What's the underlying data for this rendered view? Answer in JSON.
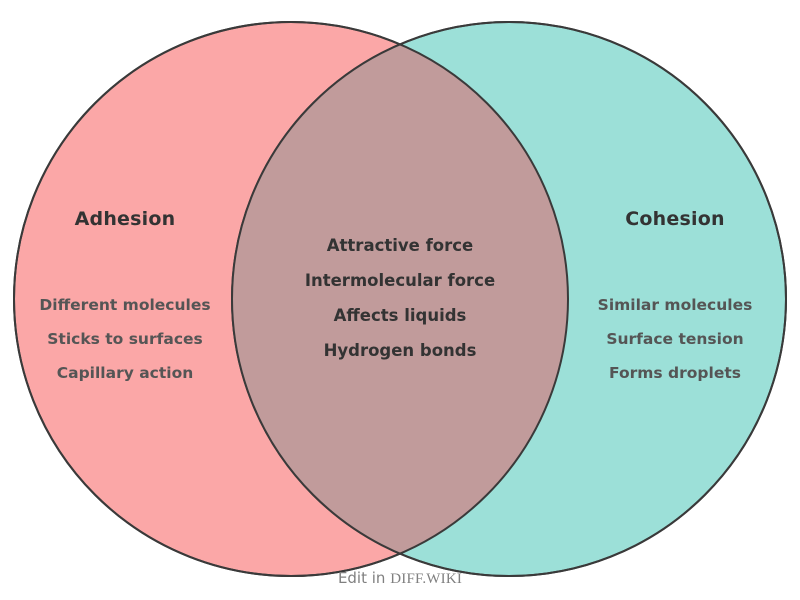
{
  "diagram": {
    "type": "venn-2set",
    "left_set": {
      "title": "Adhesion",
      "fill_color": "#fba7a7",
      "items": [
        "Different molecules",
        "Sticks to surfaces",
        "Capillary action"
      ]
    },
    "right_set": {
      "title": "Cohesion",
      "fill_color": "#9ce0d8",
      "items": [
        "Similar molecules",
        "Surface tension",
        "Forms droplets"
      ]
    },
    "intersection": {
      "fill_color": "#c19b9b",
      "items": [
        "Attractive force",
        "Intermolecular force",
        "Affects liquids",
        "Hydrogen bonds"
      ]
    },
    "stroke_color": "#3a3a3a",
    "background_color": "#ffffff",
    "title_text_color": "#333333",
    "item_text_color": "#555555"
  },
  "footer": {
    "edit_label": "Edit in",
    "brand_label": "DIFF.WIKI",
    "text_color": "#808080"
  }
}
